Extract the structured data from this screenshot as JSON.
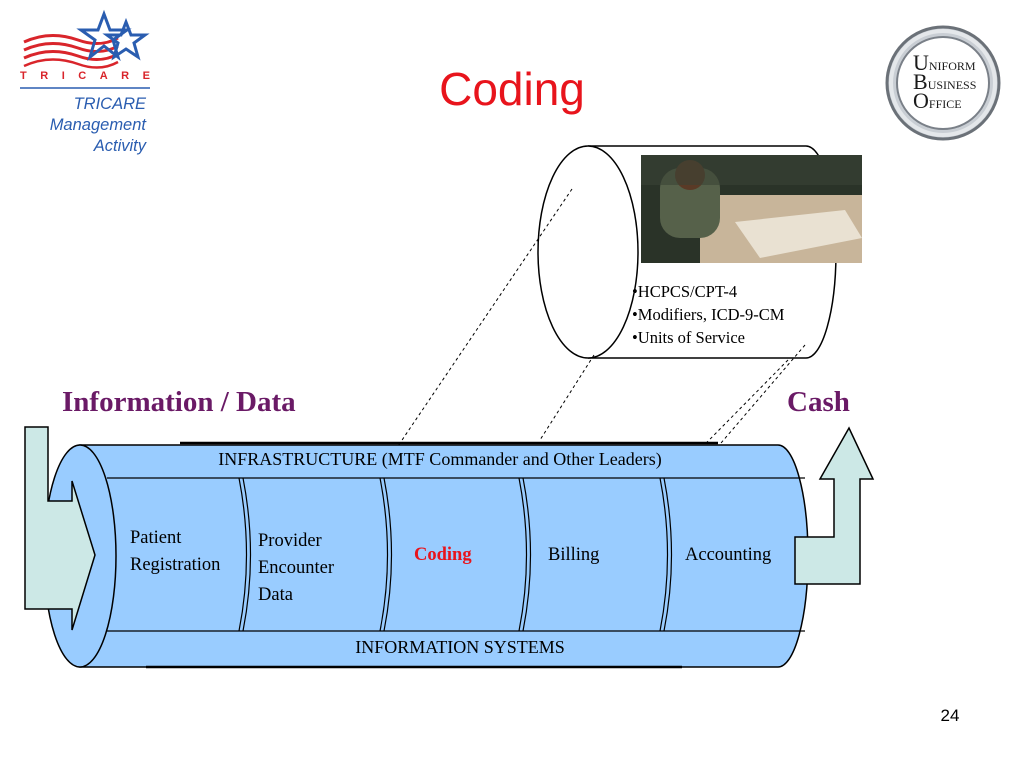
{
  "logo": {
    "brand_letters": [
      "T",
      "R",
      "I",
      "C",
      "A",
      "R",
      "E"
    ],
    "lines": [
      "TRICARE",
      "Management",
      "Activity"
    ]
  },
  "seal": {
    "lines": [
      "NIFORM",
      "USINESS",
      "FFICE"
    ],
    "initials": [
      "U",
      "B",
      "O"
    ]
  },
  "title": "Coding",
  "labels": {
    "left": "Information / Data",
    "right": "Cash"
  },
  "detail": {
    "bullets": [
      "•HCPCS/CPT-4",
      "•Modifiers, ICD-9-CM",
      "•Units of Service"
    ]
  },
  "pipeline": {
    "top_band": "INFRASTRUCTURE (MTF Commander and Other Leaders)",
    "bottom_band": "INFORMATION SYSTEMS",
    "stages": {
      "patient": [
        "Patient",
        "Registration"
      ],
      "provider": [
        "Provider",
        "Encounter",
        "Data"
      ],
      "coding": "Coding",
      "billing": "Billing",
      "accounting": "Accounting"
    }
  },
  "page_number": "24",
  "colors": {
    "title": "#e8141c",
    "labels": "#6a1a66",
    "pipe_fill": "#99ccff",
    "arrow_fill": "#cce8e6",
    "logo_blue": "#2a5db0",
    "logo_red": "#d9252b"
  }
}
